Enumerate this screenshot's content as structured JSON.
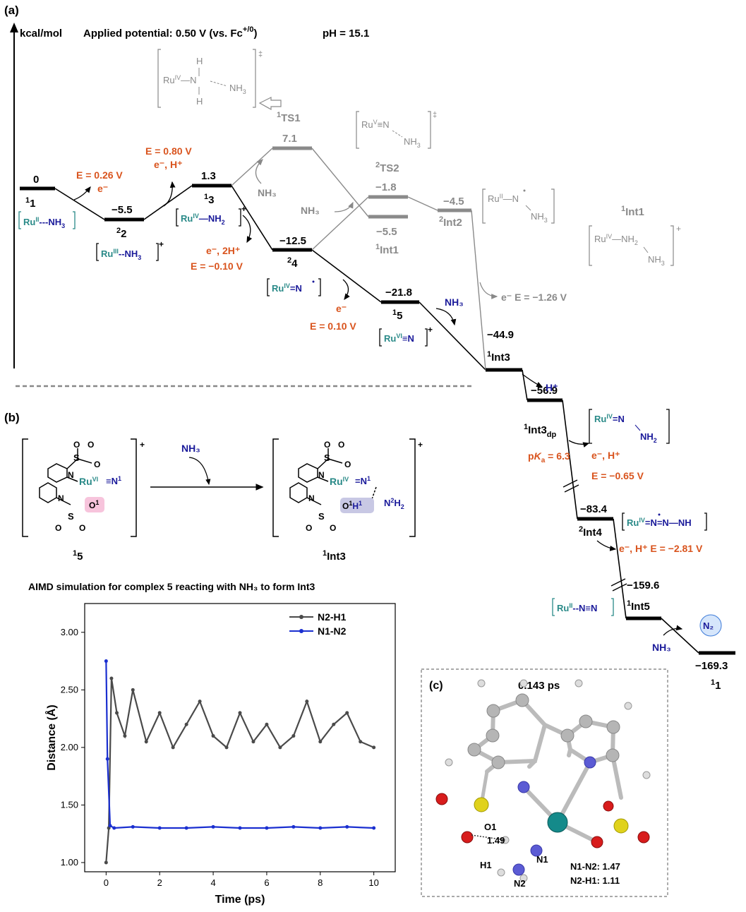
{
  "panel_a": {
    "label": "(a)",
    "unit": "kcal/mol",
    "potential": "Applied potential: 0.50 V (vs. Fc",
    "potential_sup": "+/0",
    "potential_tail": ")",
    "ph": "pH = 15.1",
    "states": [
      {
        "id": "s1",
        "energy": "0",
        "pre": "1",
        "name": "1"
      },
      {
        "id": "s2",
        "energy": "−5.5",
        "pre": "2",
        "name": "2"
      },
      {
        "id": "s3",
        "energy": "1.3",
        "pre": "1",
        "name": "3"
      },
      {
        "id": "s4",
        "energy": "−12.5",
        "pre": "2",
        "name": "4"
      },
      {
        "id": "s5",
        "energy": "−21.8",
        "pre": "1",
        "name": "5"
      },
      {
        "id": "ts1",
        "energy": "7.1",
        "pre": "1",
        "name": "TS1"
      },
      {
        "id": "ts2",
        "energy": "−1.8",
        "pre": "2",
        "name": "TS2"
      },
      {
        "id": "int1",
        "energy": "−5.5",
        "pre": "1",
        "name": "Int1"
      },
      {
        "id": "int2",
        "energy": "−4.5",
        "pre": "2",
        "name": "Int2"
      },
      {
        "id": "int3",
        "energy": "−44.9",
        "pre": "1",
        "name": "Int3"
      },
      {
        "id": "int3dp",
        "energy": "−56.9",
        "pre": "1",
        "name": "Int3",
        "sub": "dp"
      },
      {
        "id": "int4",
        "energy": "−83.4",
        "pre": "2",
        "name": "Int4"
      },
      {
        "id": "int5",
        "energy": "−159.6",
        "pre": "1",
        "name": "Int5"
      },
      {
        "id": "s1end",
        "energy": "−169.3",
        "pre": "1",
        "name": "1"
      }
    ],
    "steps": {
      "e1": "E = 0.26 V",
      "e1b": "e⁻",
      "e2a": "E = 0.80 V",
      "e2b": "e⁻, H⁺",
      "e3a": "e⁻, 2H⁺",
      "e3b": "E = −0.10 V",
      "e4a": "e⁻",
      "e4b": "E = 0.10 V",
      "e5": "e⁻  E = −1.26 V",
      "nh3a": "NH₃",
      "nh3b": "NH₃",
      "nh3c": "NH₃",
      "nh3d": "NH₃",
      "hplus": "H⁺",
      "pka_a": "p",
      "pka_b": "K",
      "pka_c": "a",
      "pka_d": " = 6.3",
      "e6a": "e⁻, H⁺",
      "e6b": "E = −0.65 V",
      "e7": "e⁻, H⁺  E = −2.81 V",
      "n2": "N₂"
    },
    "int1_label": "Int1",
    "int1_pre": "1"
  },
  "panel_b": {
    "label": "(b)",
    "reagent": "NH₃",
    "left_name": "5",
    "left_pre": "1",
    "right_name": "Int3",
    "right_pre": "1"
  },
  "aimd": {
    "title": "AIMD simulation  for complex 5 reacting with NH₃ to form Int3",
    "ylabel": "Distance (Å)",
    "xlabel": "Time (ps)"
  },
  "panel_c": {
    "label": "(c)",
    "time": "0.143 ps",
    "o1": "O1",
    "h1": "H1",
    "n1": "N1",
    "n2": "N2",
    "dist": "1.49",
    "d1": "N1-N2: 1.47",
    "d2": "N2-H1: 1.11"
  },
  "chart_data": {
    "type": "line",
    "title": "AIMD simulation  for complex 5 reacting with NH3 to form Int3",
    "xlabel": "Time (ps)",
    "ylabel": "Distance (Å)",
    "xlim": [
      -0.8,
      10.8
    ],
    "ylim": [
      0.92,
      3.25
    ],
    "xticks": [
      0,
      2,
      4,
      6,
      8,
      10
    ],
    "yticks": [
      "1.00",
      "1.50",
      "2.00",
      "2.50",
      "3.00"
    ],
    "legend_position": "top-right",
    "series": [
      {
        "name": "N2-H1",
        "color": "#4a4a4a",
        "x": [
          0,
          0.1,
          0.2,
          0.4,
          0.7,
          1.0,
          1.5,
          2.0,
          2.5,
          3.0,
          3.5,
          4.0,
          4.5,
          5.0,
          5.5,
          6.0,
          6.5,
          7.0,
          7.5,
          8.0,
          8.5,
          9.0,
          9.5,
          10.0
        ],
        "y": [
          1.0,
          1.3,
          2.6,
          2.3,
          2.1,
          2.5,
          2.05,
          2.3,
          2.0,
          2.2,
          2.4,
          2.1,
          2.0,
          2.3,
          2.05,
          2.2,
          2.0,
          2.1,
          2.4,
          2.05,
          2.2,
          2.3,
          2.05,
          2.0
        ]
      },
      {
        "name": "N1-N2",
        "color": "#1a2fd0",
        "x": [
          0,
          0.05,
          0.15,
          0.3,
          1,
          2,
          3,
          4,
          5,
          6,
          7,
          8,
          9,
          10
        ],
        "y": [
          2.75,
          1.9,
          1.32,
          1.3,
          1.31,
          1.3,
          1.3,
          1.31,
          1.3,
          1.3,
          1.31,
          1.3,
          1.31,
          1.3
        ]
      }
    ]
  }
}
